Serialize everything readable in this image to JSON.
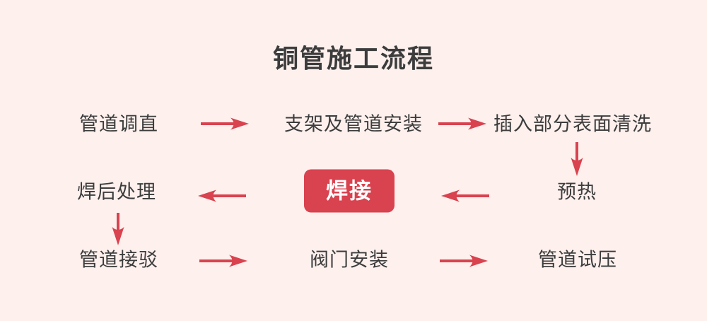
{
  "title": "铜管施工流程",
  "colors": {
    "background": "#fdf0ed",
    "accent": "#d9424f",
    "text": "#3c3c3c",
    "highlight_text": "#ffffff"
  },
  "steps": [
    {
      "label": "管道调直",
      "highlight": false
    },
    {
      "label": "支架及管道安装",
      "highlight": false
    },
    {
      "label": "插入部分表面清洗",
      "highlight": false
    },
    {
      "label": "预热",
      "highlight": false
    },
    {
      "label": "焊接",
      "highlight": true
    },
    {
      "label": "焊后处理",
      "highlight": false
    },
    {
      "label": "管道接驳",
      "highlight": false
    },
    {
      "label": "阀门安装",
      "highlight": false
    },
    {
      "label": "管道试压",
      "highlight": false
    }
  ],
  "icons": {
    "arrow_right": "→",
    "arrow_left": "←",
    "arrow_down": "↓"
  }
}
